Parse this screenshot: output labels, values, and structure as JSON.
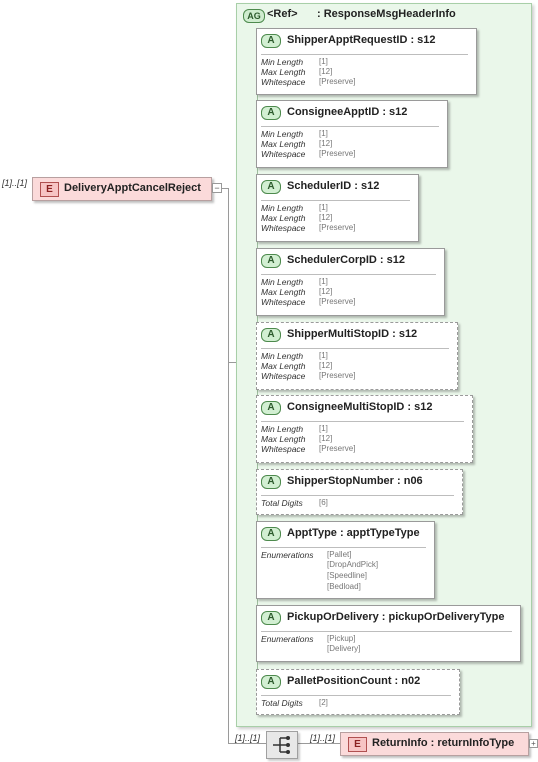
{
  "root": {
    "cardinality": "[1]..[1]",
    "badge": "E",
    "name": "DeliveryApptCancelReject"
  },
  "group": {
    "badge": "AG",
    "ref": "<Ref>",
    "type": ": ResponseMsgHeaderInfo"
  },
  "attributes": [
    {
      "badge": "A",
      "title": "ShipperApptRequestID : s12",
      "facets": [
        {
          "name": "Min Length",
          "values": [
            "[1]"
          ]
        },
        {
          "name": "Max Length",
          "values": [
            "[12]"
          ]
        },
        {
          "name": "Whitespace",
          "values": [
            "[Preserve]"
          ]
        }
      ]
    },
    {
      "badge": "A",
      "title": "ConsigneeApptID : s12",
      "facets": [
        {
          "name": "Min Length",
          "values": [
            "[1]"
          ]
        },
        {
          "name": "Max Length",
          "values": [
            "[12]"
          ]
        },
        {
          "name": "Whitespace",
          "values": [
            "[Preserve]"
          ]
        }
      ]
    },
    {
      "badge": "A",
      "title": "SchedulerID : s12",
      "facets": [
        {
          "name": "Min Length",
          "values": [
            "[1]"
          ]
        },
        {
          "name": "Max Length",
          "values": [
            "[12]"
          ]
        },
        {
          "name": "Whitespace",
          "values": [
            "[Preserve]"
          ]
        }
      ]
    },
    {
      "badge": "A",
      "title": "SchedulerCorpID : s12",
      "facets": [
        {
          "name": "Min Length",
          "values": [
            "[1]"
          ]
        },
        {
          "name": "Max Length",
          "values": [
            "[12]"
          ]
        },
        {
          "name": "Whitespace",
          "values": [
            "[Preserve]"
          ]
        }
      ]
    },
    {
      "badge": "A",
      "title": "ShipperMultiStopID : s12",
      "facets": [
        {
          "name": "Min Length",
          "values": [
            "[1]"
          ]
        },
        {
          "name": "Max Length",
          "values": [
            "[12]"
          ]
        },
        {
          "name": "Whitespace",
          "values": [
            "[Preserve]"
          ]
        }
      ]
    },
    {
      "badge": "A",
      "title": "ConsigneeMultiStopID : s12",
      "facets": [
        {
          "name": "Min Length",
          "values": [
            "[1]"
          ]
        },
        {
          "name": "Max Length",
          "values": [
            "[12]"
          ]
        },
        {
          "name": "Whitespace",
          "values": [
            "[Preserve]"
          ]
        }
      ]
    },
    {
      "badge": "A",
      "title": "ShipperStopNumber : n06",
      "facets": [
        {
          "name": "Total Digits",
          "values": [
            "[6]"
          ]
        }
      ]
    },
    {
      "badge": "A",
      "title": "ApptType : apptTypeType",
      "facets": [
        {
          "name": "Enumerations",
          "values": [
            "[Pallet]",
            "[DropAndPick]",
            "[Speedline]",
            "[Bedload]"
          ]
        }
      ]
    },
    {
      "badge": "A",
      "title": "PickupOrDelivery : pickupOrDeliveryType",
      "facets": [
        {
          "name": "Enumerations",
          "values": [
            "[Pickup]",
            "[Delivery]"
          ]
        }
      ]
    },
    {
      "badge": "A",
      "title": "PalletPositionCount : n02",
      "facets": [
        {
          "name": "Total Digits",
          "values": [
            "[2]"
          ]
        }
      ]
    }
  ],
  "sequence": {
    "cardinality": "[1]..[1]",
    "icon": "sequence-icon"
  },
  "return_element": {
    "cardinality": "[1]..[1]",
    "badge": "E",
    "name": "ReturnInfo",
    "type": ": returnInfoType"
  }
}
